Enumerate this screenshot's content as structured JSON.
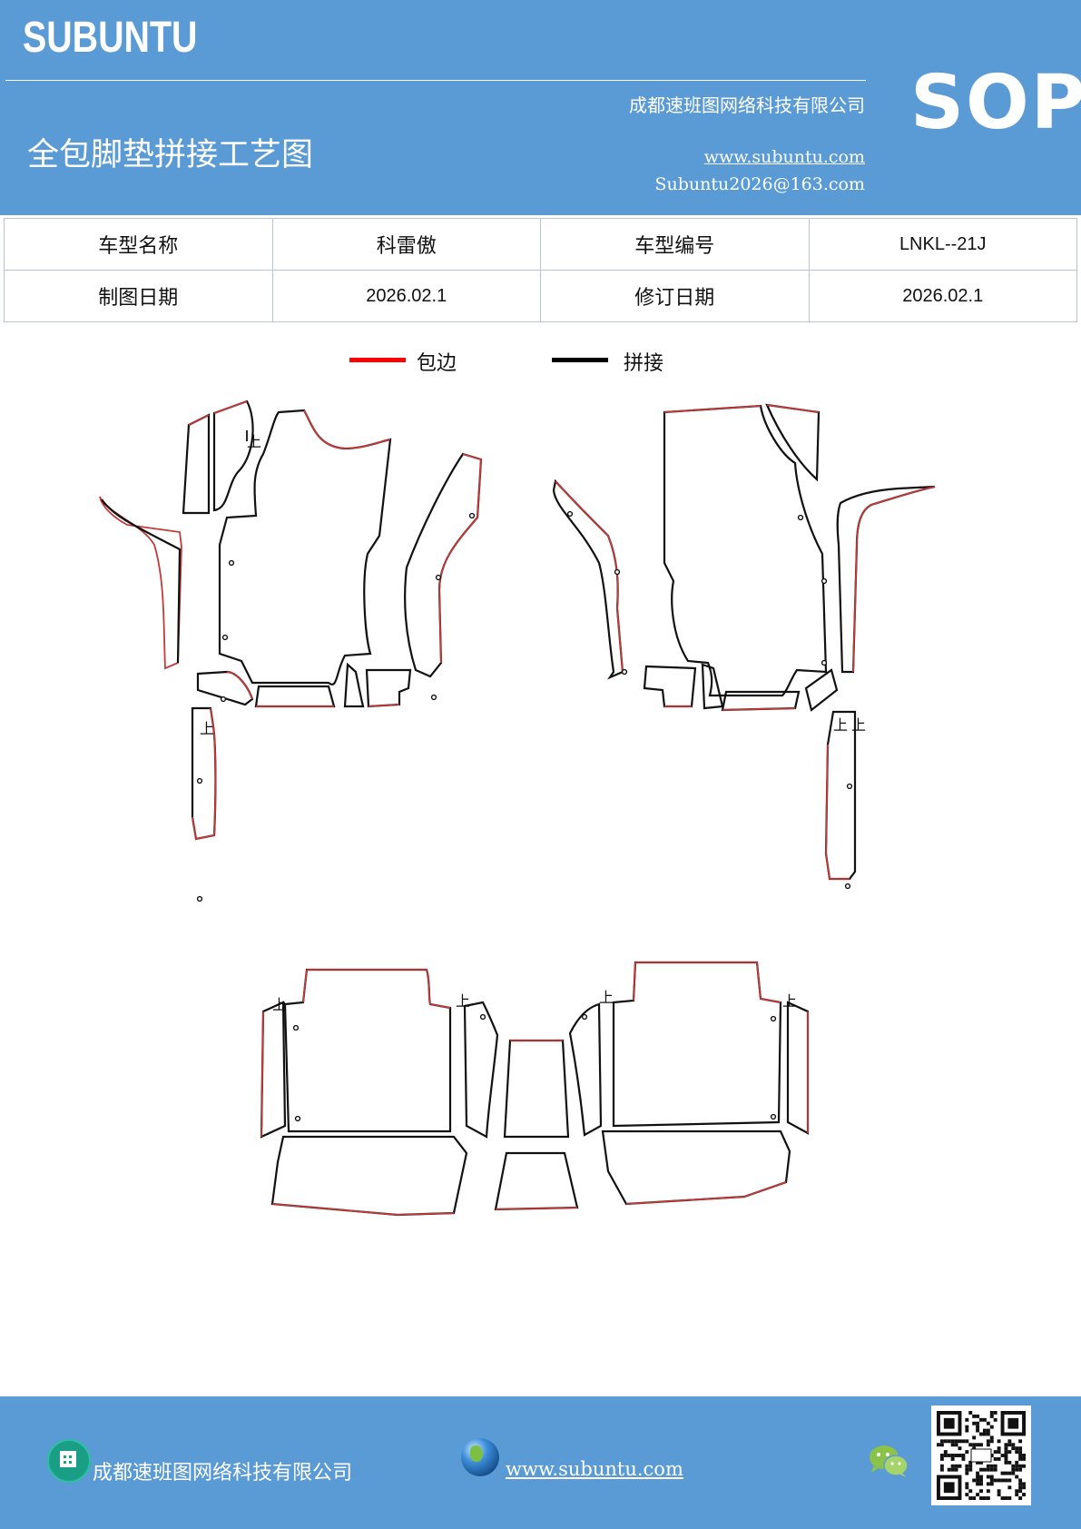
{
  "header": {
    "brand": "SUBUNTU",
    "company": "成都速班图网络科技有限公司",
    "title": "全包脚垫拼接工艺图",
    "website": "www.subuntu.com",
    "email": "Subuntu2026@163.com",
    "sop": "SOP"
  },
  "info_table": {
    "rows": [
      {
        "label1": "车型名称",
        "value1": "科雷傲",
        "label2": "车型编号",
        "value2": "LNKL--21J"
      },
      {
        "label1": "制图日期",
        "value1": "2026.02.1",
        "label2": "修订日期",
        "value2": "2026.02.1"
      }
    ]
  },
  "legend": {
    "items": [
      {
        "label": "包边",
        "color": "#ff0000"
      },
      {
        "label": "拼接",
        "color": "#000000"
      }
    ]
  },
  "drawing": {
    "mark_label": "上"
  },
  "footer": {
    "company": "成都速班图网络科技有限公司",
    "website": "www.subuntu.com",
    "icons": [
      "building-icon",
      "globe-icon",
      "wechat-icon",
      "qr-code"
    ]
  }
}
